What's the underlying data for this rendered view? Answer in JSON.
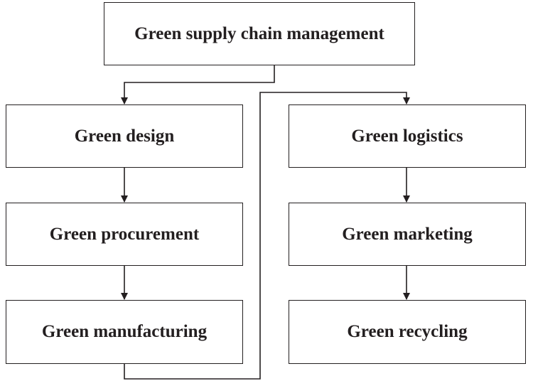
{
  "diagram": {
    "root": {
      "label": "Green supply chain management"
    },
    "left_column": [
      {
        "label": "Green design"
      },
      {
        "label": "Green procurement"
      },
      {
        "label": "Green manufacturing"
      }
    ],
    "right_column": [
      {
        "label": "Green logistics"
      },
      {
        "label": "Green marketing"
      },
      {
        "label": "Green recycling"
      }
    ],
    "line_color": "#231f20"
  }
}
